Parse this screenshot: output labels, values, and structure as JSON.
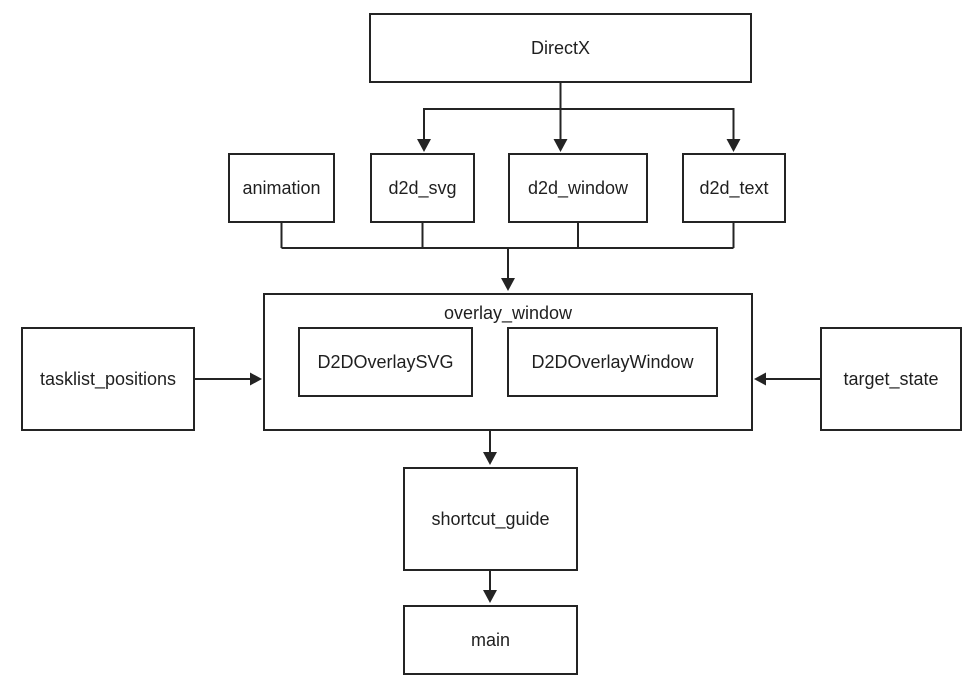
{
  "diagram": {
    "nodes": {
      "directx": "DirectX",
      "animation": "animation",
      "d2d_svg": "d2d_svg",
      "d2d_window": "d2d_window",
      "d2d_text": "d2d_text",
      "overlay_window": "overlay_window",
      "d2d_overlay_svg": "D2DOverlaySVG",
      "d2d_overlay_window": "D2DOverlayWindow",
      "tasklist_positions": "tasklist_positions",
      "target_state": "target_state",
      "shortcut_guide": "shortcut_guide",
      "main": "main"
    },
    "edges": [
      {
        "from": "DirectX",
        "to": "d2d_svg"
      },
      {
        "from": "DirectX",
        "to": "d2d_window"
      },
      {
        "from": "DirectX",
        "to": "d2d_text"
      },
      {
        "from": "animation",
        "to": "overlay_window"
      },
      {
        "from": "d2d_svg",
        "to": "overlay_window"
      },
      {
        "from": "d2d_window",
        "to": "overlay_window"
      },
      {
        "from": "d2d_text",
        "to": "overlay_window"
      },
      {
        "from": "tasklist_positions",
        "to": "overlay_window"
      },
      {
        "from": "target_state",
        "to": "overlay_window"
      },
      {
        "from": "overlay_window",
        "to": "shortcut_guide"
      },
      {
        "from": "shortcut_guide",
        "to": "main"
      }
    ],
    "colors": {
      "background": "#ffffff",
      "box_fill": "#ffffff",
      "line": "#242424",
      "text": "#1f1f1f"
    }
  }
}
